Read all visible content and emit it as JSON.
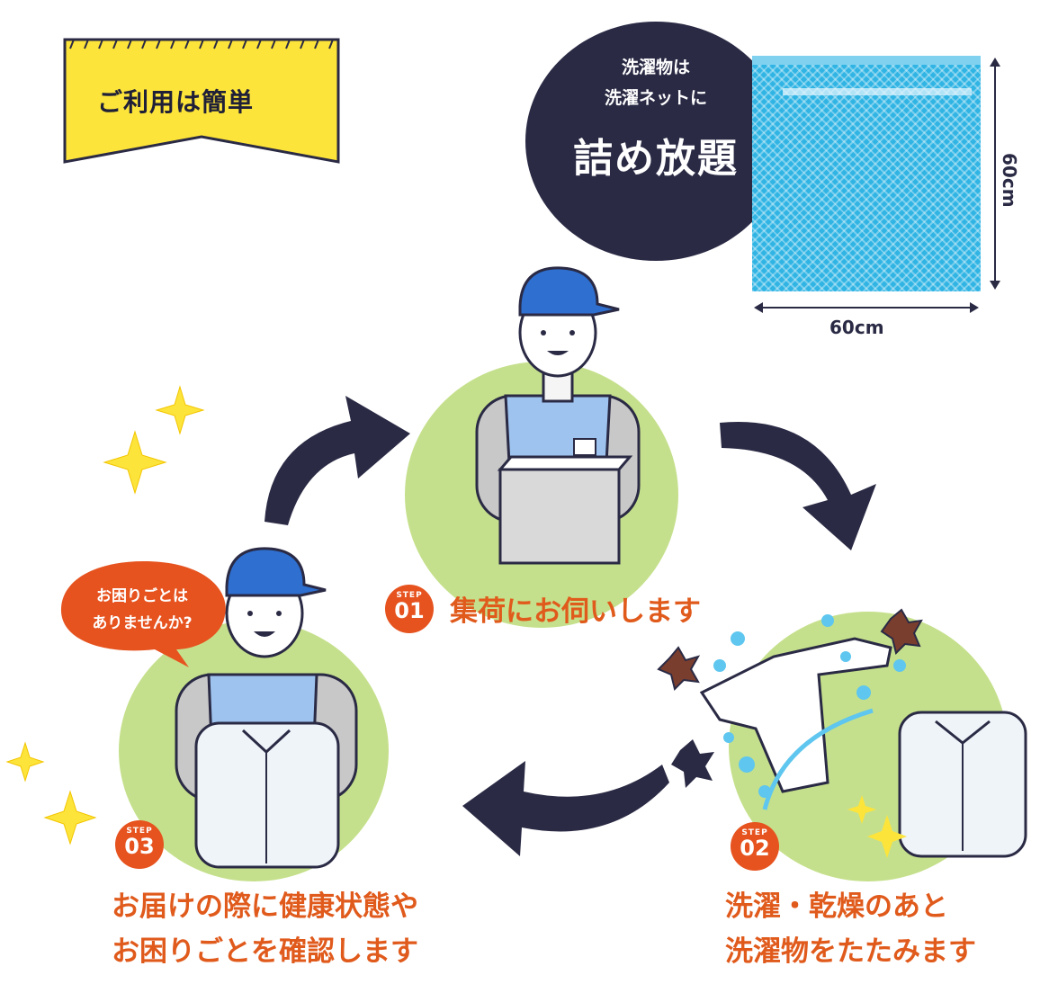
{
  "banner": {
    "text": "ご利用は簡単"
  },
  "net_info": {
    "line1": "洗濯物は",
    "line2": "洗濯ネットに",
    "line3": "詰め放題",
    "width_label": "60cm",
    "height_label": "60cm"
  },
  "steps": [
    {
      "step_word": "STEP",
      "number": "01",
      "text_lines": [
        "集荷にお伺いします"
      ]
    },
    {
      "step_word": "STEP",
      "number": "02",
      "text_lines": [
        "洗濯・乾燥のあと",
        "洗濯物をたたみます"
      ]
    },
    {
      "step_word": "STEP",
      "number": "03",
      "text_lines": [
        "お届けの際に健康状態や",
        "お困りごとを確認します"
      ]
    }
  ],
  "speech_bubble": {
    "line1": "お困りごとは",
    "line2": "ありませんか?"
  },
  "colors": {
    "navy": "#2a2a45",
    "green": "#c5e08c",
    "orange": "#e6531f",
    "yellow": "#fde43a",
    "net_blue": "#2fb4e4"
  }
}
